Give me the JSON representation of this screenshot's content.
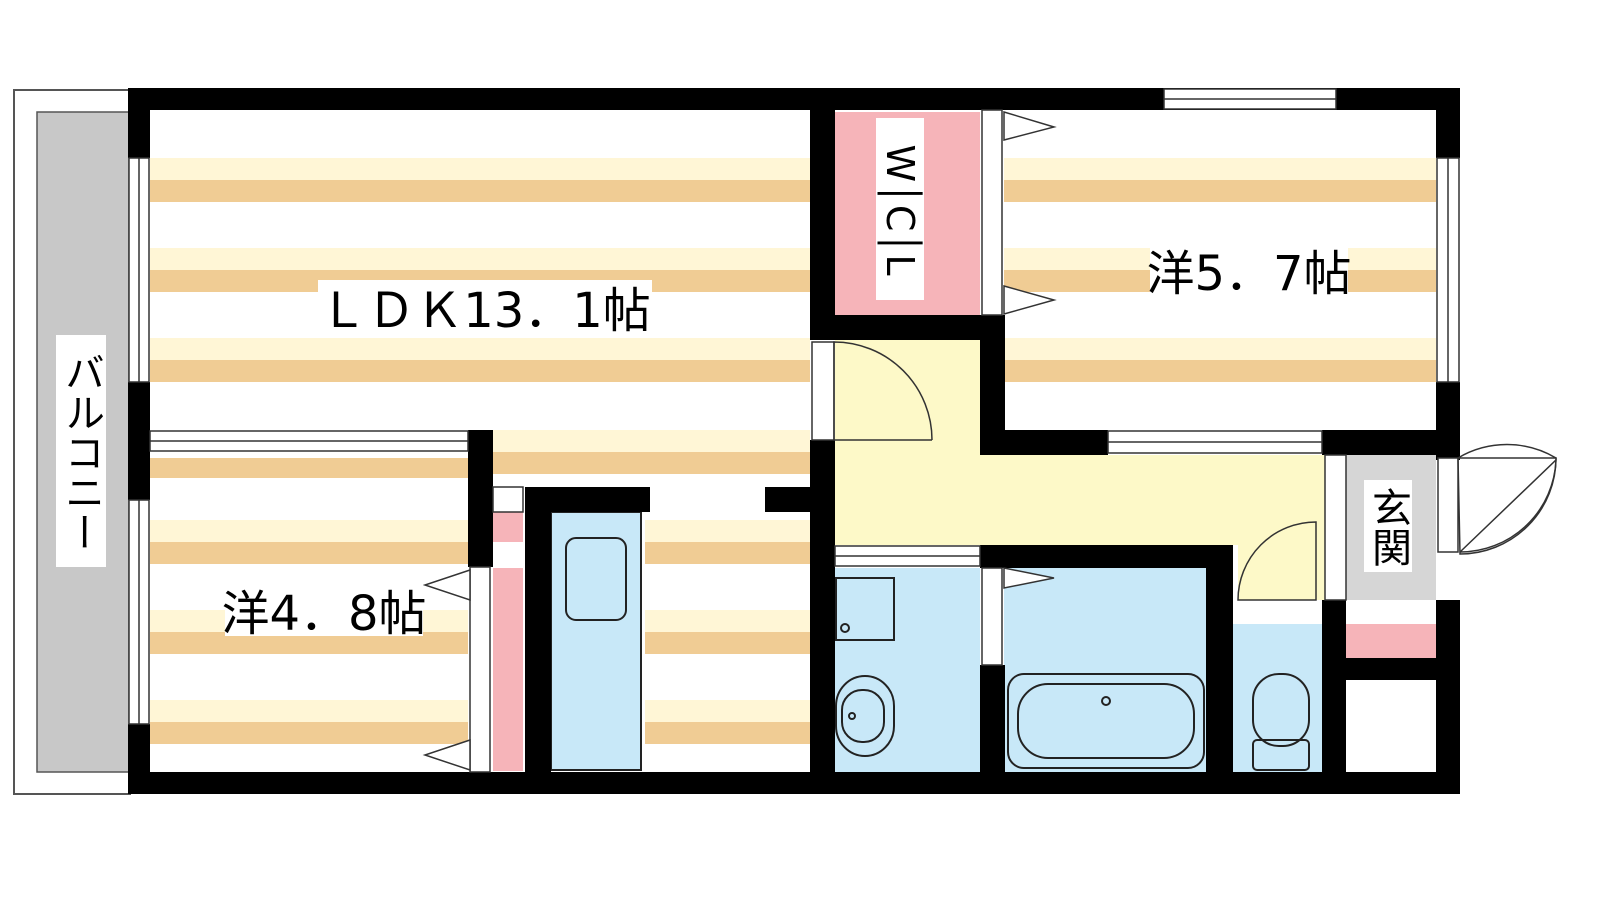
{
  "rooms": {
    "ldk": "ＬＤＫ13．1帖",
    "western_1": "洋5．7帖",
    "western_2": "洋4．8帖",
    "balcony": "バルコニー",
    "entrance": "玄関",
    "wic": "W│C│L"
  },
  "colors": {
    "wall": "#000000",
    "floor_stripe": "#f0cc94",
    "floor_light": "#fff6d6",
    "hall": "#fdf9c8",
    "wet_area": "#c8e8f8",
    "closet": "#f6b4b9",
    "balcony": "#c8c8c8",
    "entrance": "#d6d6d6"
  }
}
